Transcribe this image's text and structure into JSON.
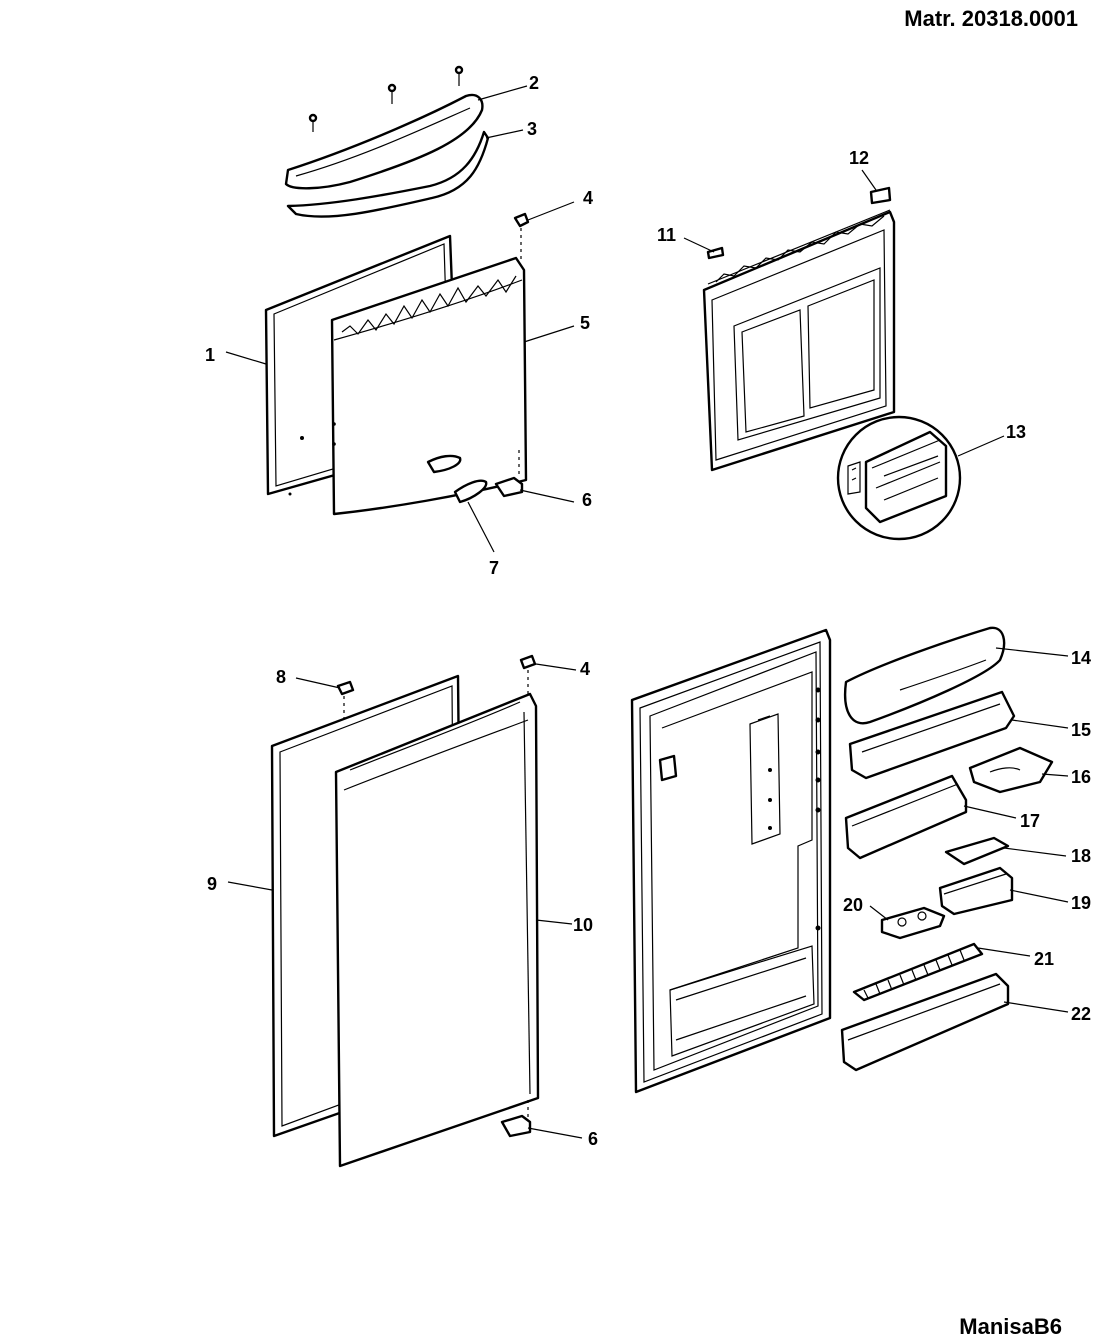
{
  "header": {
    "matr": "Matr. 20318.0001"
  },
  "footer": {
    "model": "ManisaB6"
  },
  "callouts": [
    {
      "id": "c1",
      "text": "1"
    },
    {
      "id": "c2",
      "text": "2"
    },
    {
      "id": "c3",
      "text": "3"
    },
    {
      "id": "c4a",
      "text": "4"
    },
    {
      "id": "c5",
      "text": "5"
    },
    {
      "id": "c6a",
      "text": "6"
    },
    {
      "id": "c7",
      "text": "7"
    },
    {
      "id": "c11",
      "text": "11"
    },
    {
      "id": "c12",
      "text": "12"
    },
    {
      "id": "c13",
      "text": "13"
    },
    {
      "id": "c8",
      "text": "8"
    },
    {
      "id": "c4b",
      "text": "4"
    },
    {
      "id": "c9",
      "text": "9"
    },
    {
      "id": "c10",
      "text": "10"
    },
    {
      "id": "c6b",
      "text": "6"
    },
    {
      "id": "c14",
      "text": "14"
    },
    {
      "id": "c15",
      "text": "15"
    },
    {
      "id": "c16",
      "text": "16"
    },
    {
      "id": "c17",
      "text": "17"
    },
    {
      "id": "c18",
      "text": "18"
    },
    {
      "id": "c19",
      "text": "19"
    },
    {
      "id": "c20",
      "text": "20"
    },
    {
      "id": "c21",
      "text": "21"
    },
    {
      "id": "c22",
      "text": "22"
    }
  ]
}
